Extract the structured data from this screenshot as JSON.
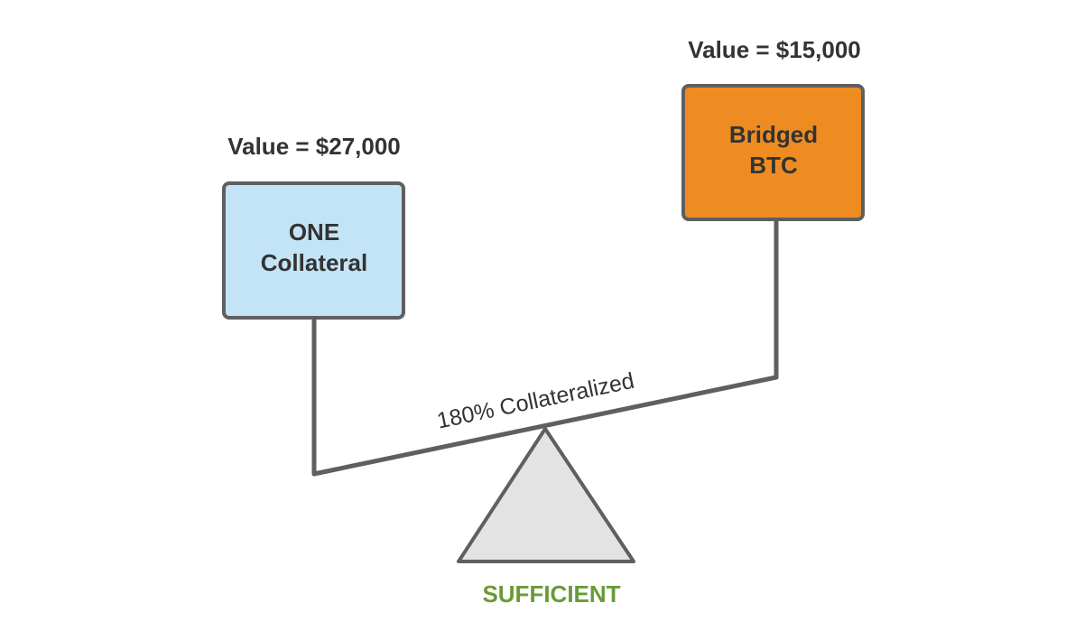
{
  "left_item": {
    "value_label": "Value = $27,000",
    "box_line1": "ONE",
    "box_line2": "Collateral"
  },
  "right_item": {
    "value_label": "Value = $15,000",
    "box_line1": "Bridged",
    "box_line2": "BTC"
  },
  "beam_label": "180% Collateralized",
  "status_label": "SUFFICIENT",
  "colors": {
    "stroke": "#5f5f5f",
    "text": "#333333",
    "left_box_fill": "#c3e4f7",
    "right_box_fill": "#ee8c22",
    "fulcrum_fill": "#e3e3e3",
    "status_text": "#6a9a37"
  }
}
